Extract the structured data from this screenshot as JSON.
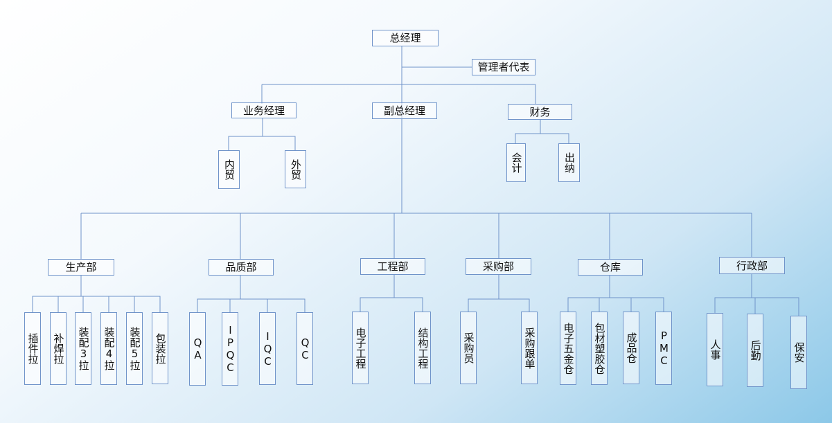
{
  "org": {
    "gm": "总经理",
    "rep": "管理者代表",
    "sales_mgr": "业务经理",
    "vice_gm": "副总经理",
    "finance": "财务",
    "domestic": "内贸",
    "foreign": "外贸",
    "accounting": "会计",
    "cashier": "出纳",
    "production": "生产部",
    "quality": "品质部",
    "engineering": "工程部",
    "purchasing": "采购部",
    "warehouse": "仓库",
    "admin": "行政部",
    "p1": "插件拉",
    "p2": "补焊拉",
    "p3": "装配3拉",
    "p4": "装配4拉",
    "p5": "装配5拉",
    "p6": "包装拉",
    "q1": "QA",
    "q2": "IPQC",
    "q3": "IQC",
    "q4": "QC",
    "e1": "电子工程",
    "e2": "结构工程",
    "b1": "采购员",
    "b2": "采购跟单",
    "w1": "电子五金仓",
    "w2": "包材塑胶仓",
    "w3": "成品仓",
    "w4": "PMC",
    "a1": "人事",
    "a2": "后勤",
    "a3": "保安"
  },
  "colors": {
    "line": "#6f93c9",
    "border": "#6f93c9"
  }
}
